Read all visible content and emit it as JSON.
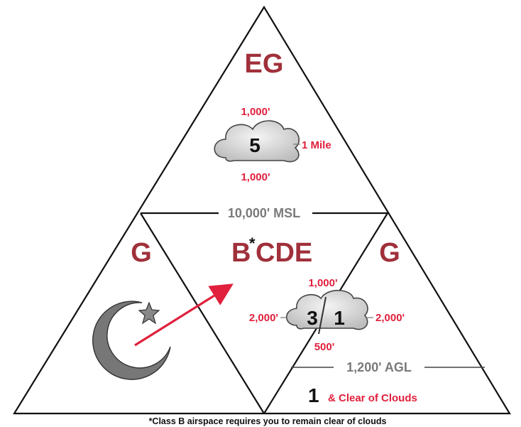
{
  "regions": {
    "top": "EG",
    "middle_prefix": "B",
    "middle_asterisk": "*",
    "middle_suffix": "CDE",
    "left": "G",
    "right": "G"
  },
  "top_cloud": {
    "visibility": "5",
    "above": "1,000'",
    "below": "1,000'",
    "horizontal": "1 Mile"
  },
  "mid_cloud": {
    "visibility_left": "3",
    "visibility_right": "1",
    "above": "1,000'",
    "below": "500'",
    "left": "2,000'",
    "right": "2,000'"
  },
  "lines": {
    "msl": "10,000' MSL",
    "agl": "1,200' AGL"
  },
  "bottom_right": {
    "number": "1",
    "text": "& Clear of Clouds"
  },
  "footnote": "*Class B airspace requires you to remain clear of clouds",
  "colors": {
    "region_text": "#a0303a",
    "value_text": "#e0203c",
    "line_text": "#7a7a7a",
    "arrow": "#e0203c",
    "moon": "#777777"
  },
  "icons": [
    "cloud-icon",
    "moon-icon",
    "star-icon",
    "arrow-icon"
  ]
}
